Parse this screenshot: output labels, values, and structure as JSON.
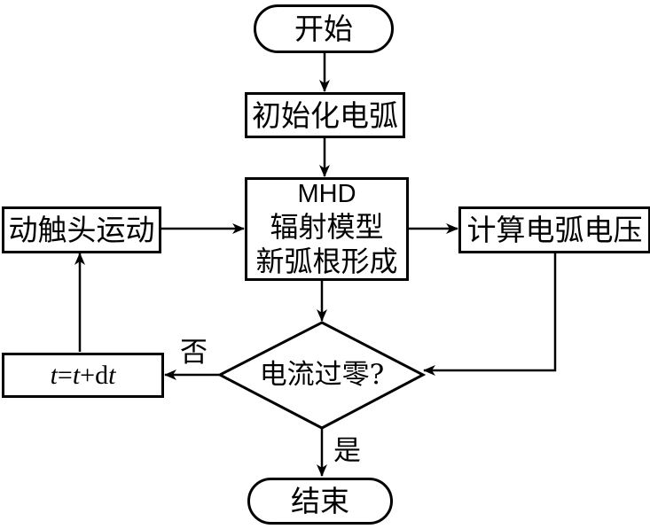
{
  "nodes": {
    "start": "开始",
    "init": "初始化电弧",
    "model": {
      "line1": "MHD",
      "line2": "辐射模型",
      "line3": "新弧根形成"
    },
    "voltage": "计算电弧电压",
    "contact": "动触头运动",
    "decision": "电流过零?",
    "step": {
      "t": "t",
      "eq": "=",
      "t2": "t",
      "plus": "+",
      "d": "d",
      "t3": "t"
    },
    "end": "结束"
  },
  "edges": {
    "no": "否",
    "yes": "是"
  }
}
